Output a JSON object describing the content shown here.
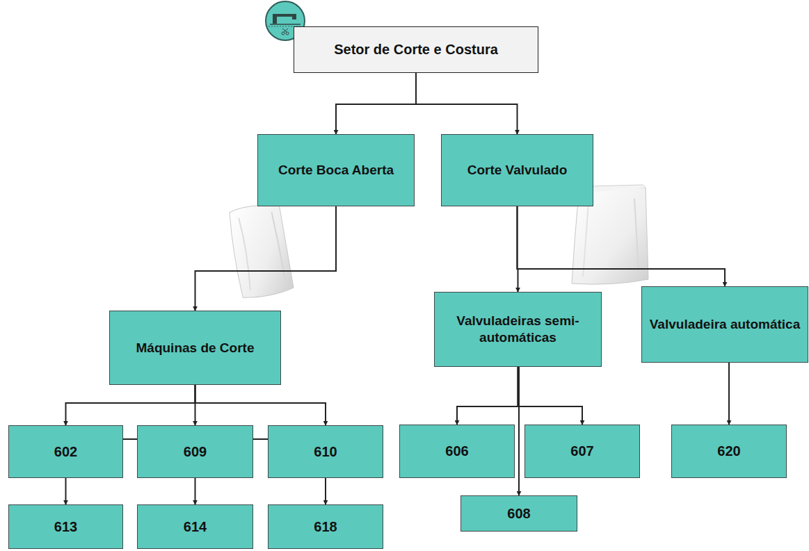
{
  "diagram": {
    "nodes": [
      {
        "text": [
          "Setor de Corte e Costura"
        ]
      },
      {
        "text": [
          "Corte Boca Aberta"
        ]
      },
      {
        "text": [
          "Corte Valvulado"
        ]
      },
      {
        "text": [
          "Máquinas de Corte"
        ]
      },
      {
        "text": [
          "Valvuladeiras semi- automáticas"
        ]
      },
      {
        "text": [
          "Valvuladeira automática"
        ]
      },
      {
        "text": [
          "602"
        ]
      },
      {
        "text": [
          "609"
        ]
      },
      {
        "text": [
          "610"
        ]
      },
      {
        "text": [
          "606"
        ]
      },
      {
        "text": [
          "607"
        ]
      },
      {
        "text": [
          "620"
        ]
      },
      {
        "text": [
          "613"
        ]
      },
      {
        "text": [
          "614"
        ]
      },
      {
        "text": [
          "618"
        ]
      },
      {
        "text": [
          "608"
        ]
      }
    ],
    "edges": [
      {
        "from": 0,
        "to": 1,
        "arrow": "to"
      },
      {
        "from": 0,
        "to": 2,
        "arrow": "to"
      },
      {
        "from": 1,
        "to": 3,
        "arrow": "to"
      },
      {
        "from": 2,
        "to": 4,
        "arrow": "to"
      },
      {
        "from": 2,
        "to": 5,
        "arrow": "to"
      },
      {
        "from": 3,
        "to": 6,
        "arrow": "to"
      },
      {
        "from": 3,
        "to": 7,
        "arrow": "to"
      },
      {
        "from": 3,
        "to": 8,
        "arrow": "to"
      },
      {
        "from": 6,
        "to": 7,
        "arrow": "none"
      },
      {
        "from": 7,
        "to": 8,
        "arrow": "none"
      },
      {
        "from": 6,
        "to": 12,
        "arrow": "to"
      },
      {
        "from": 7,
        "to": 13,
        "arrow": "to"
      },
      {
        "from": 8,
        "to": 14,
        "arrow": "to"
      },
      {
        "from": 4,
        "to": 9,
        "arrow": "to"
      },
      {
        "from": 4,
        "to": 10,
        "arrow": "to"
      },
      {
        "from": 4,
        "to": 15,
        "arrow": "to"
      },
      {
        "from": 5,
        "to": 11,
        "arrow": "to"
      }
    ]
  }
}
